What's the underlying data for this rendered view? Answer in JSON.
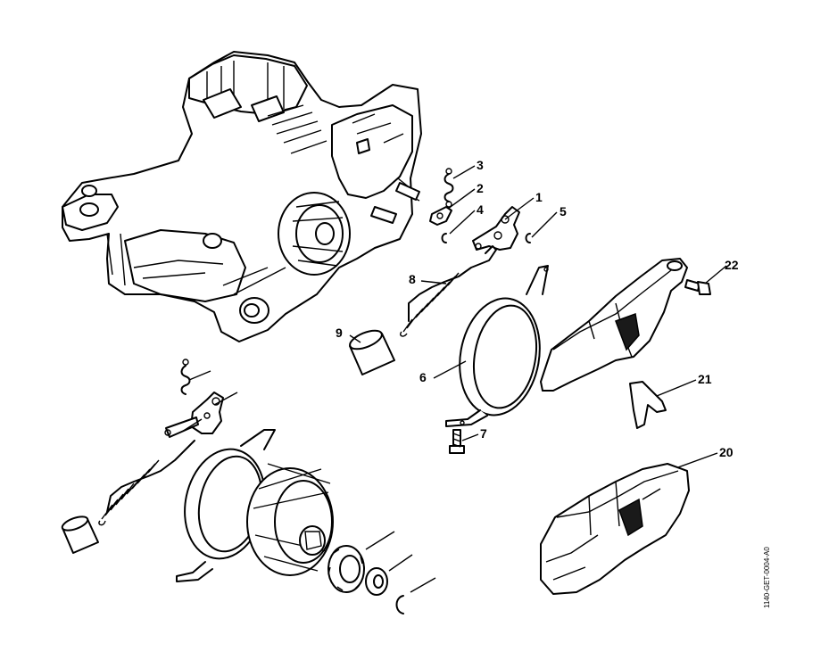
{
  "diagram": {
    "doc_id": "1140-GET-0004-A0",
    "callouts": [
      {
        "id": "callout-1",
        "text": "1"
      },
      {
        "id": "callout-2",
        "text": "2"
      },
      {
        "id": "callout-3",
        "text": "3"
      },
      {
        "id": "callout-4",
        "text": "4"
      },
      {
        "id": "callout-5",
        "text": "5"
      },
      {
        "id": "callout-6",
        "text": "6"
      },
      {
        "id": "callout-7",
        "text": "7"
      },
      {
        "id": "callout-8",
        "text": "8"
      },
      {
        "id": "callout-9",
        "text": "9"
      },
      {
        "id": "callout-20",
        "text": "20"
      },
      {
        "id": "callout-21",
        "text": "21"
      },
      {
        "id": "callout-22",
        "text": "22"
      }
    ]
  }
}
